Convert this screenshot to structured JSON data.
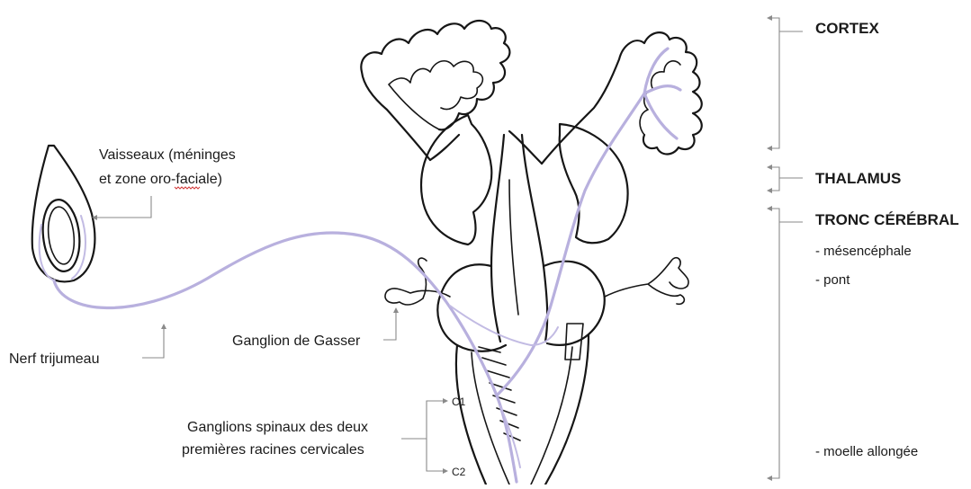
{
  "diagram": {
    "labels": {
      "cortex": "CORTEX",
      "thalamus": "THALAMUS",
      "tronc": "TRONC CÉRÉBRAL",
      "mesencephale": "- mésencéphale",
      "pont": "- pont",
      "moelle": "- moelle allongée",
      "vaisseaux_line1": "Vaisseaux (méninges",
      "vaisseaux_line2": "et zone oro-faciale)",
      "nerf": "Nerf trijumeau",
      "ganglion_gasser": "Ganglion de Gasser",
      "ganglions_spinaux_line1": "Ganglions spinaux des deux",
      "ganglions_spinaux_line2": "premières racines cervicales",
      "c1": "C1",
      "c2": "C2"
    },
    "colors": {
      "nerve_pathway": "#b8b0de",
      "outline": "#161616",
      "leader_lines": "#8a8a8a"
    }
  }
}
